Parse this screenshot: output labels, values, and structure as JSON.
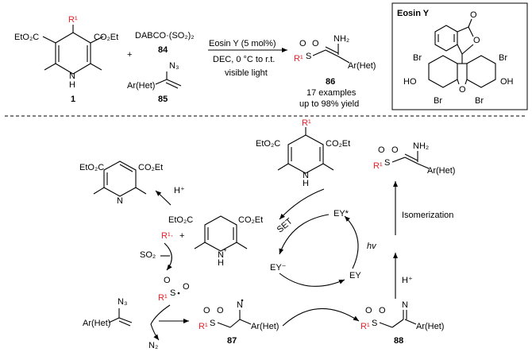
{
  "reaction": {
    "reactant_1_label": "1",
    "reactant_1_ester_left": "EtO₂C",
    "reactant_1_ester_right": "CO₂Et",
    "r1_symbol": "R¹",
    "nh": "N",
    "h": "H",
    "plus": "+",
    "so2_source": "DABCO·(SO₂)₂",
    "so2_source_label": "84",
    "azide_group": "N₃",
    "azide_aryl": "Ar(Het)",
    "azide_label": "85",
    "conditions": {
      "catalyst": "Eosin Y (5 mol%)",
      "solvent_temp": "DEC, 0 °C to r.t.",
      "light": "visible light"
    },
    "product_label": "86",
    "product_examples": "17 examples",
    "product_yield": "up to 98% yield",
    "product_nh2": "NH₂",
    "product_s": "S",
    "product_o": "O",
    "product_aryl": "Ar(Het)"
  },
  "eosin": {
    "title": "Eosin Y",
    "br": "Br",
    "ho": "HO",
    "oh": "OH",
    "o": "O"
  },
  "mechanism": {
    "pyridine_ester_left": "EtO₂C",
    "pyridine_ester_right": "CO₂Et",
    "pyridine_n": "N",
    "h_plus": "H⁺",
    "radical_r1": "R¹·",
    "plus": "+",
    "cation_ester_left": "EtO₂C",
    "cation_ester_right": "CO₂Et",
    "cation_n": "N",
    "cation_h": "H",
    "cation_charge": "+",
    "so2": "SO₂",
    "sulfonyl_r1": "R¹",
    "sulfonyl_s": "S",
    "sulfonyl_o": "O",
    "vinyl_azide_n3": "N₃",
    "vinyl_azide_aryl": "Ar(Het)",
    "n2": "N₂",
    "hantzsch_ester_left": "EtO₂C",
    "hantzsch_ester_right": "CO₂Et",
    "hantzsch_r1": "R¹",
    "hantzsch_n": "N",
    "hantzsch_h": "H",
    "set": "SET",
    "ey_excited": "EY*",
    "ey_radical_anion": "EY⁻",
    "ey": "EY",
    "hv": "hv",
    "int87_label": "87",
    "int87_n": "N",
    "int87_aryl": "Ar(Het)",
    "int88_label": "88",
    "int88_n": "N",
    "int88_aryl": "Ar(Het)",
    "h_plus_right": "H⁺",
    "isomerization": "Isomerization",
    "final_nh2": "NH₂",
    "final_aryl": "Ar(Het)"
  }
}
